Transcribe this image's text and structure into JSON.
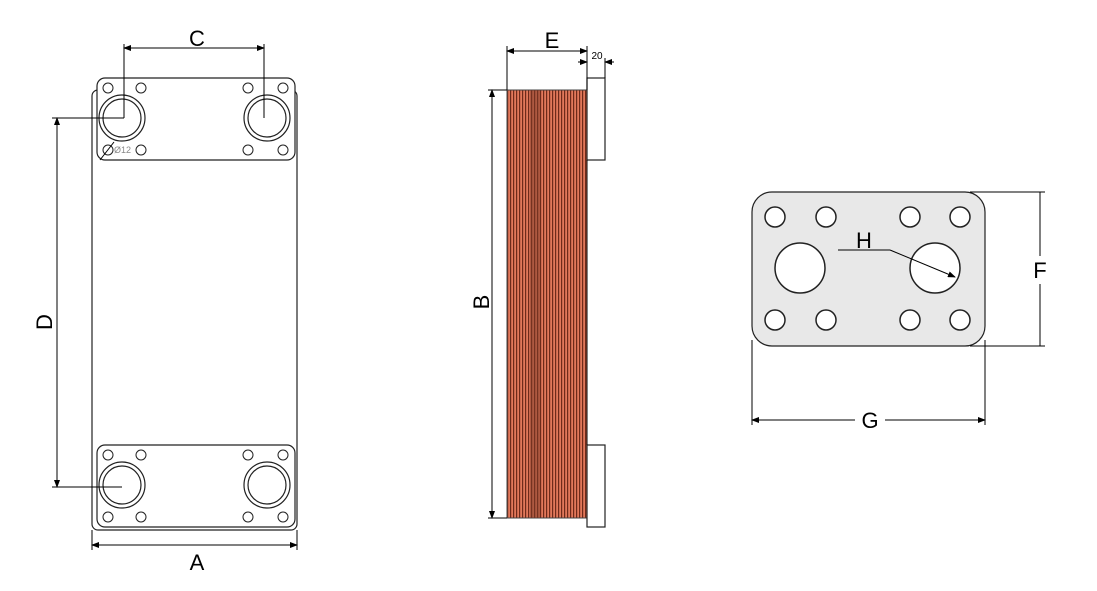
{
  "labels": {
    "A": "A",
    "B": "B",
    "C": "C",
    "D": "D",
    "E": "E",
    "F": "F",
    "G": "G",
    "H": "H"
  },
  "annotations": {
    "frame_thickness": "20",
    "bolt_hole": "Ø12"
  },
  "colors": {
    "plates": "#b5543a",
    "plate_stripe": "#6e2a1a",
    "port_plate": "#e8e8e8"
  }
}
